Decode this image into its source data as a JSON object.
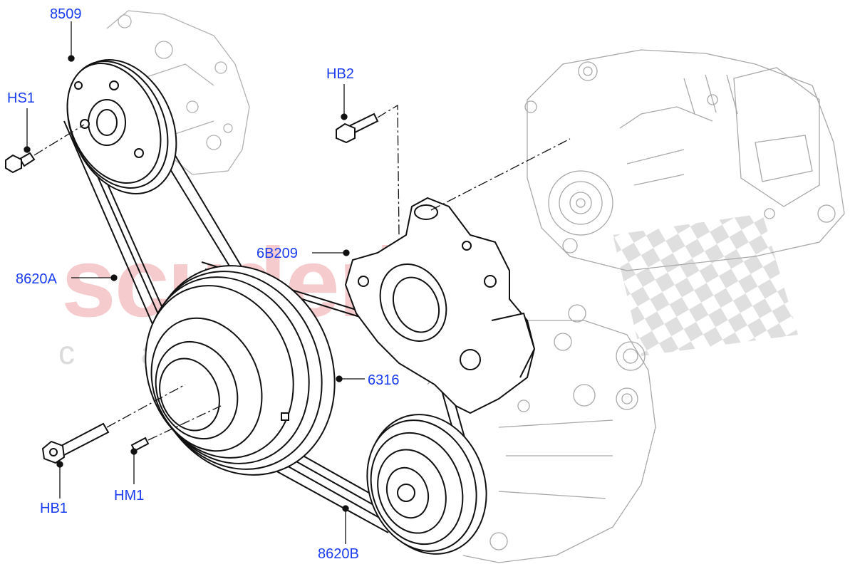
{
  "watermark": {
    "main": "scuderia",
    "sub": "c a r   a"
  },
  "callouts": {
    "c8509": "8509",
    "hs1": "HS1",
    "hb2": "HB2",
    "c6b209": "6B209",
    "c8620a": "8620A",
    "c6316": "6316",
    "hb1": "HB1",
    "hm1": "HM1",
    "c8620b": "8620B"
  },
  "colors": {
    "callout_text": "#1a3cf0",
    "line_art": "#111111",
    "ghost_art": "#b0b0b0",
    "watermark": "#f2b8bb"
  }
}
